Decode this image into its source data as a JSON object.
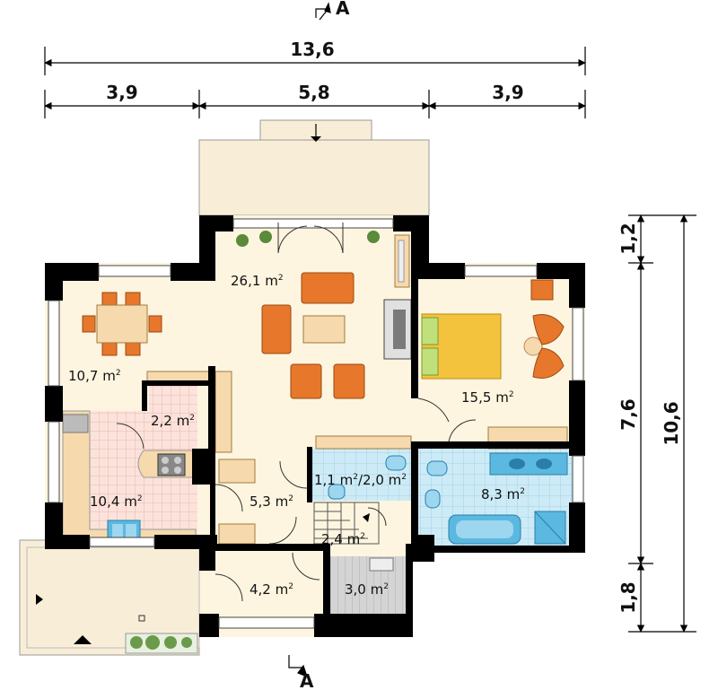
{
  "section_mark": "A",
  "dimensions": {
    "total_width": "13,6",
    "left": "3,9",
    "middle": "5,8",
    "right": "3,9",
    "total_height": "10,6",
    "h_top": "1,2",
    "h_mid": "7,6",
    "h_bottom": "1,8"
  },
  "rooms": {
    "living": "26,1",
    "dining": "10,7",
    "bedroom": "15,5",
    "pantry": "2,2",
    "kitchen": "10,4",
    "hall": "5,3",
    "wc": "1,1 m",
    "wc2": "/2,0 m",
    "bathroom": "8,3",
    "stairs": "2,4",
    "entry": "4,2",
    "utility": "3,0"
  },
  "unit": "m",
  "unit_exp": "2",
  "colors": {
    "floor": "#fdf5df",
    "terrace": "#f8eed8",
    "wall": "#000000",
    "tile": "#cdebf7",
    "kitchen_tile": "#f5d3cc",
    "furniture": "#e7772b",
    "bed": "#f3c33d",
    "gray": "#cfcfcf"
  }
}
